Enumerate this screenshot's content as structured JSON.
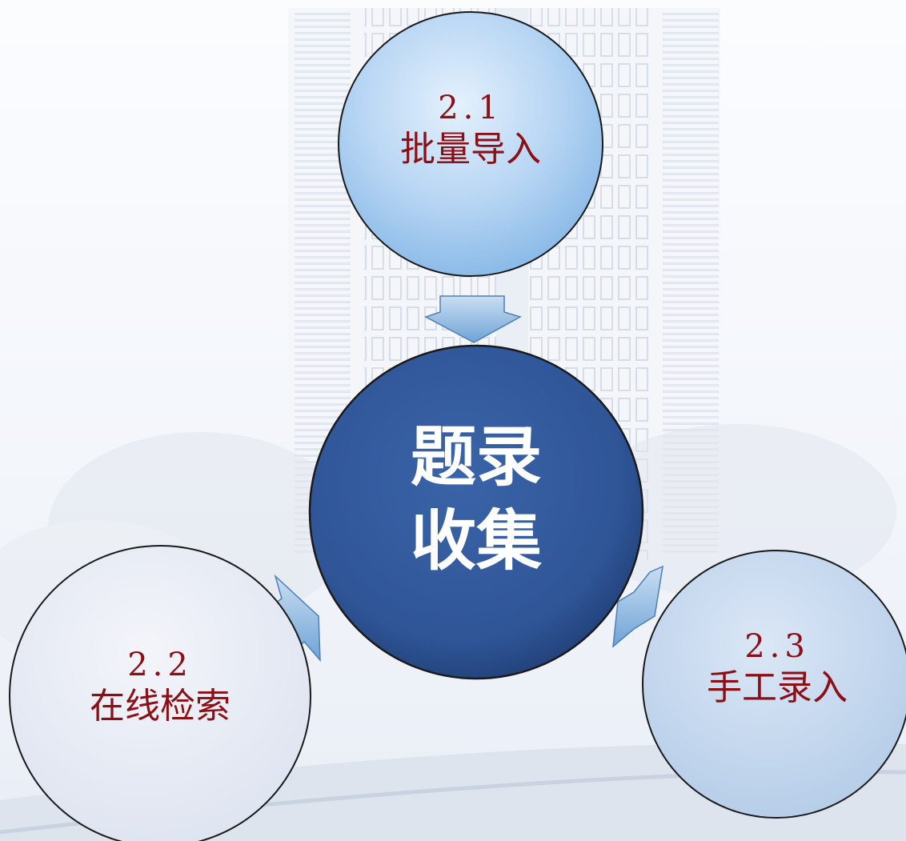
{
  "center": {
    "line1": "题录",
    "line2": "收集"
  },
  "nodes": [
    {
      "number": "2.1",
      "label": "批量导入"
    },
    {
      "number": "2.2",
      "label": "在线检索"
    },
    {
      "number": "2.3",
      "label": "手工录入"
    }
  ],
  "colors": {
    "center_fill": "#2f5597",
    "node_text": "#8b0f14",
    "node_top_fill": "#b5d4f3",
    "node_left_fill": "#e6ebf5",
    "node_right_fill": "#c3d7ee",
    "arrow_fill": "#9ec3e6"
  }
}
